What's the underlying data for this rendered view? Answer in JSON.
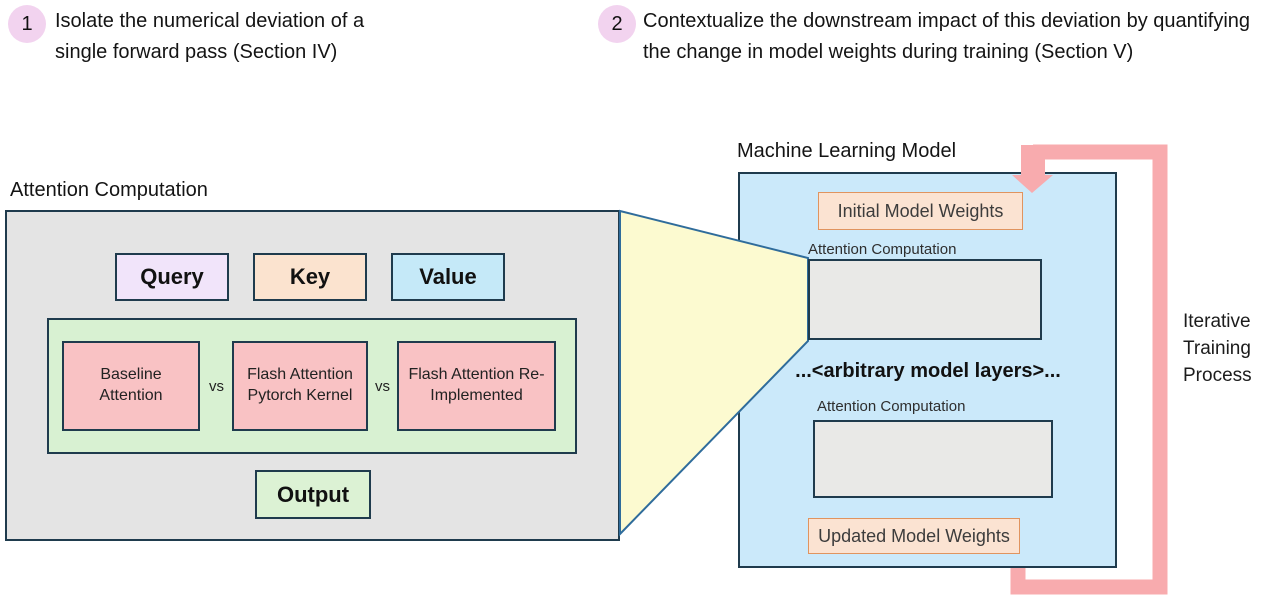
{
  "steps": [
    {
      "number": "1",
      "text": "Isolate the numerical deviation of a single forward pass (Section IV)"
    },
    {
      "number": "2",
      "text": "Contextualize the downstream impact of this deviation by quantifying the change in model weights during training (Section V)"
    }
  ],
  "attention_panel": {
    "title": "Attention Computation",
    "query": "Query",
    "key": "Key",
    "value": "Value",
    "implementations": [
      "Baseline Attention",
      "Flash Attention Pytorch Kernel",
      "Flash Attention Re-Implemented"
    ],
    "vs": "vs",
    "output": "Output"
  },
  "model_panel": {
    "title": "Machine Learning Model",
    "initial_weights": "Initial Model Weights",
    "attention_label_top": "Attention Computation",
    "arbitrary_layers": "...<arbitrary model layers>...",
    "attention_label_bottom": "Attention Computation",
    "updated_weights": "Updated Model Weights"
  },
  "loop_label": "Iterative Training Process",
  "colors": {
    "step_circle": "#F2D3EF",
    "gray_panel": "#E4E4E4",
    "query_fill": "#F1E4FA",
    "key_fill": "#FBE3CF",
    "value_fill": "#C5E9F8",
    "green_fill": "#D8F1D2",
    "pink_fill": "#F9C2C4",
    "output_fill": "#DCF2D4",
    "zoom_cone_fill": "#FCFAD0",
    "zoom_cone_border": "#2F6C9B",
    "model_fill": "#CBE9FA",
    "weights_fill": "#FBE3D2",
    "weights_border": "#E0945F",
    "inner_gray_fill": "#E9E9E7",
    "dark_border": "#1F3B4D",
    "loop_arrow": "#F8ABAE"
  }
}
